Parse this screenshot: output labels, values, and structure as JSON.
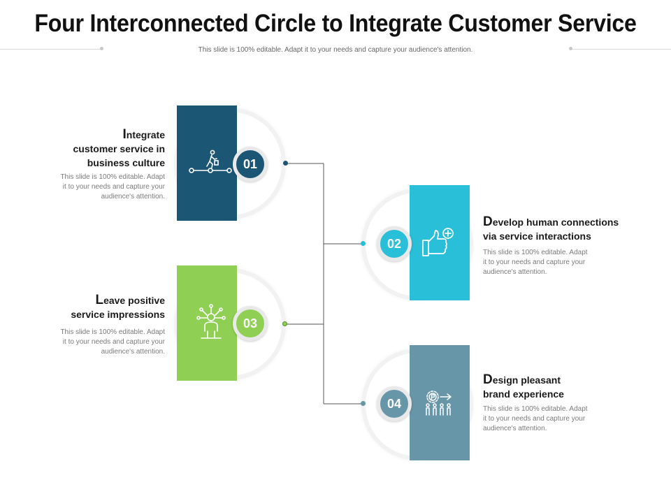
{
  "title": "Four Interconnected Circle to Integrate Customer Service",
  "subtitle": "This slide is 100% editable. Adapt it to your needs and capture your audience's attention.",
  "colors": {
    "dark_blue": "#1b5775",
    "cyan": "#29bfd8",
    "green": "#8fcf54",
    "slate": "#6796a8",
    "connector": "#555555"
  },
  "items": [
    {
      "number": "01",
      "heading_initial": "I",
      "heading_rest_line1": "ntegrate",
      "heading_line2": "customer service in",
      "heading_line3": "business culture",
      "desc_line1": "This slide is 100% editable. Adapt",
      "desc_line2": "it to your needs and capture your",
      "desc_line3": "audience's attention.",
      "icon": "person-walking-milestones-icon"
    },
    {
      "number": "02",
      "heading_initial": "D",
      "heading_rest_line1": "evelop human connections",
      "heading_line2": "via service interactions",
      "desc_line1": "This slide is 100% editable. Adapt",
      "desc_line2": "it to your needs and capture your",
      "desc_line3": "audience's attention.",
      "icon": "thumbs-up-plus-icon"
    },
    {
      "number": "03",
      "heading_initial": "L",
      "heading_rest_line1": "eave positive",
      "heading_line2": "service impressions",
      "desc_line1": "This slide is 100% editable. Adapt",
      "desc_line2": "it to your needs and capture your",
      "desc_line3": "audience's attention.",
      "icon": "person-network-icon"
    },
    {
      "number": "04",
      "heading_initial": "D",
      "heading_rest_line1": "esign pleasant",
      "heading_line2": "brand experience",
      "desc_line1": "This slide is 100% editable. Adapt",
      "desc_line2": "it to your needs and capture your",
      "desc_line3": "audience's attention.",
      "icon": "brand-gear-people-icon"
    }
  ]
}
